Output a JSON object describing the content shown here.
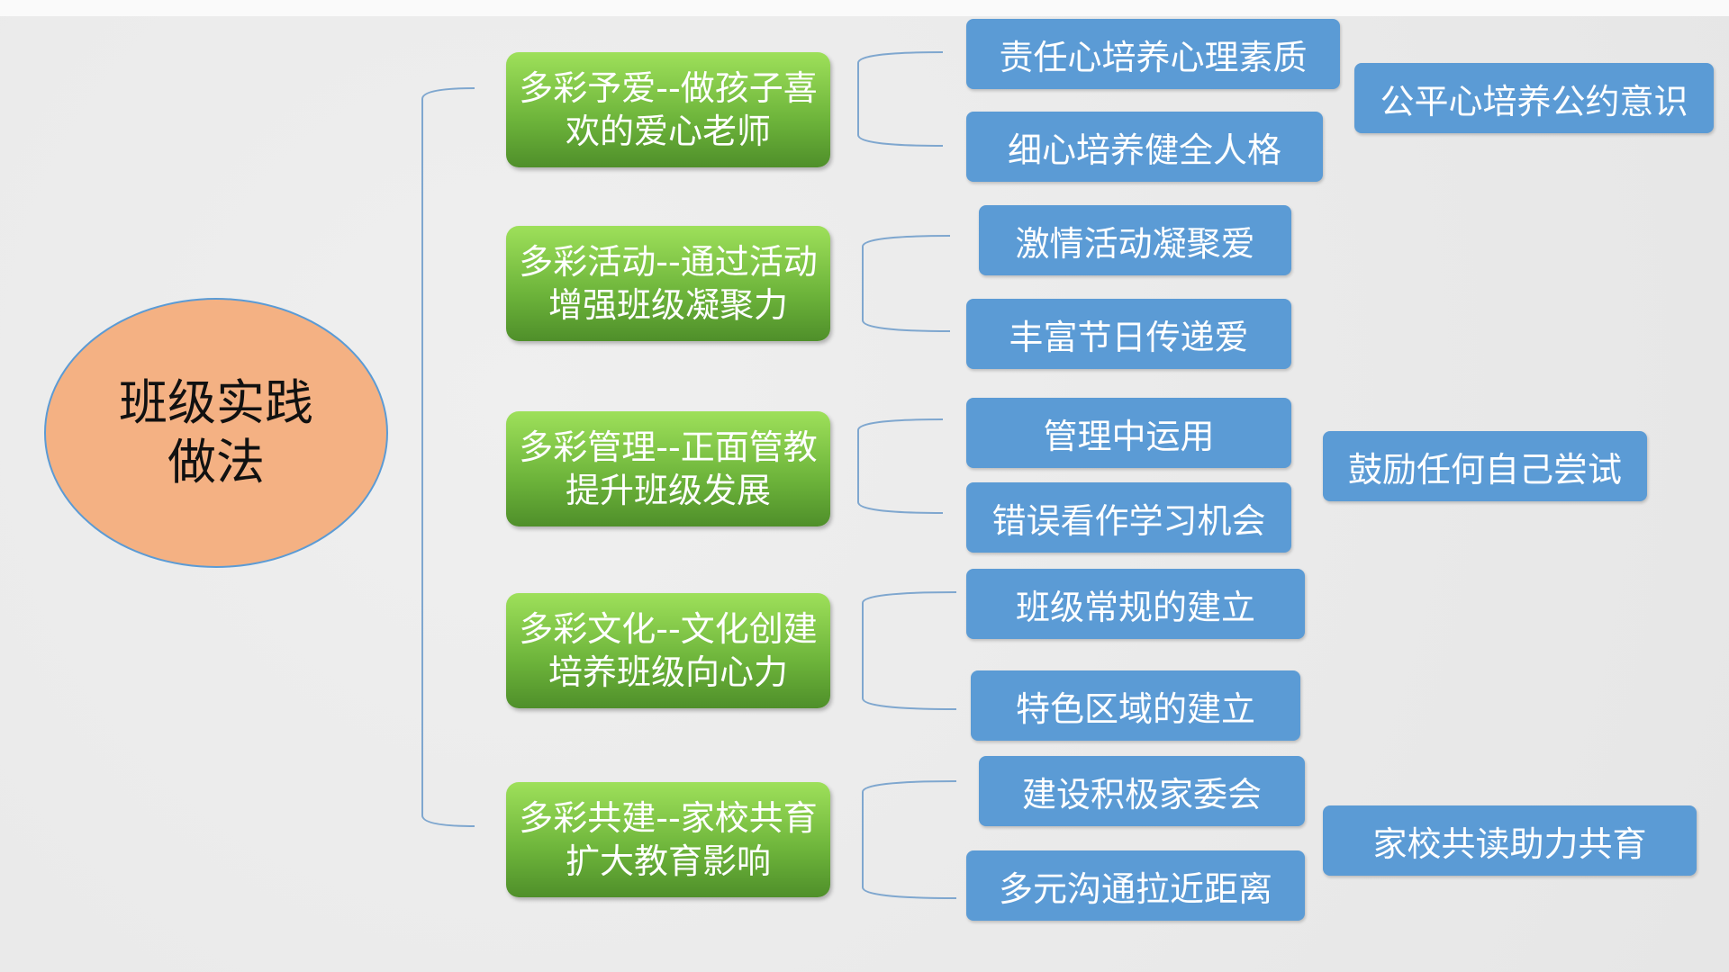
{
  "root": {
    "line1": "班级实践",
    "line2": "做法"
  },
  "branches": [
    {
      "label": "多彩予爱--做孩子喜欢的爱心老师",
      "children": [
        "责任心培养心理素质",
        "细心培养健全人格"
      ]
    },
    {
      "label": "多彩活动--通过活动增强班级凝聚力",
      "children": [
        "激情活动凝聚爱",
        "丰富节日传递爱"
      ]
    },
    {
      "label": "多彩管理--正面管教提升班级发展",
      "children": [
        "管理中运用",
        "错误看作学习机会"
      ]
    },
    {
      "label": "多彩文化--文化创建培养班级向心力",
      "children": [
        "班级常规的建立",
        "特色区域的建立"
      ]
    },
    {
      "label": "多彩共建--家校共育扩大教育影响",
      "children": [
        "建设积极家委会",
        "多元沟通拉近距离"
      ]
    }
  ],
  "side_notes": [
    "公平心培养公约意识",
    "鼓励任何自己尝试",
    "家校共读助力共育"
  ],
  "colors": {
    "root_fill": "#f4b183",
    "branch_green": "#6cb33a",
    "leaf_blue": "#5b9bd5",
    "connector": "#7fa7cf"
  }
}
